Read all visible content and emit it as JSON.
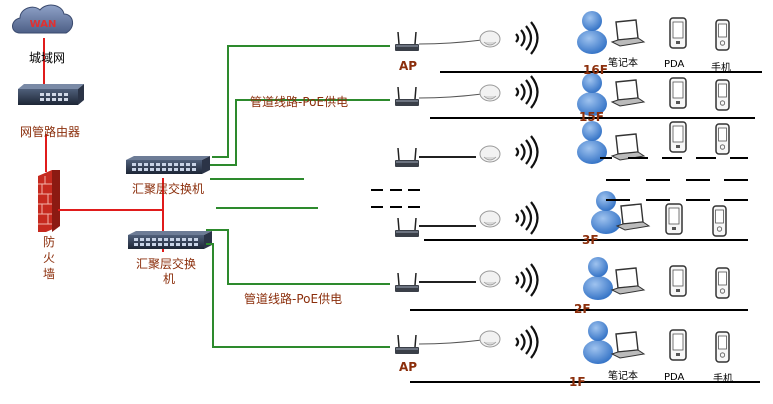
{
  "wan": {
    "cloud_text": "WAN",
    "label": "城域网"
  },
  "router": {
    "label": "网管路由器"
  },
  "firewall": {
    "label": "防火墙"
  },
  "switch_top": {
    "label": "汇聚层交换机"
  },
  "switch_bottom": {
    "label_line1": "汇聚层交换",
    "label_line2": "机"
  },
  "link_top": {
    "label": "管道线路-PoE供电"
  },
  "link_bottom": {
    "label": "管道线路-PoE供电"
  },
  "ap": {
    "label": "AP"
  },
  "clients": {
    "laptop": "笔记本",
    "pda": "PDA",
    "phone": "手机"
  },
  "floors": [
    "16F",
    "15F",
    "3F",
    "2F",
    "1F"
  ],
  "colors": {
    "green": "#2d8a2d",
    "red": "#e01b1b",
    "floor_text": "#8b2e0b"
  }
}
